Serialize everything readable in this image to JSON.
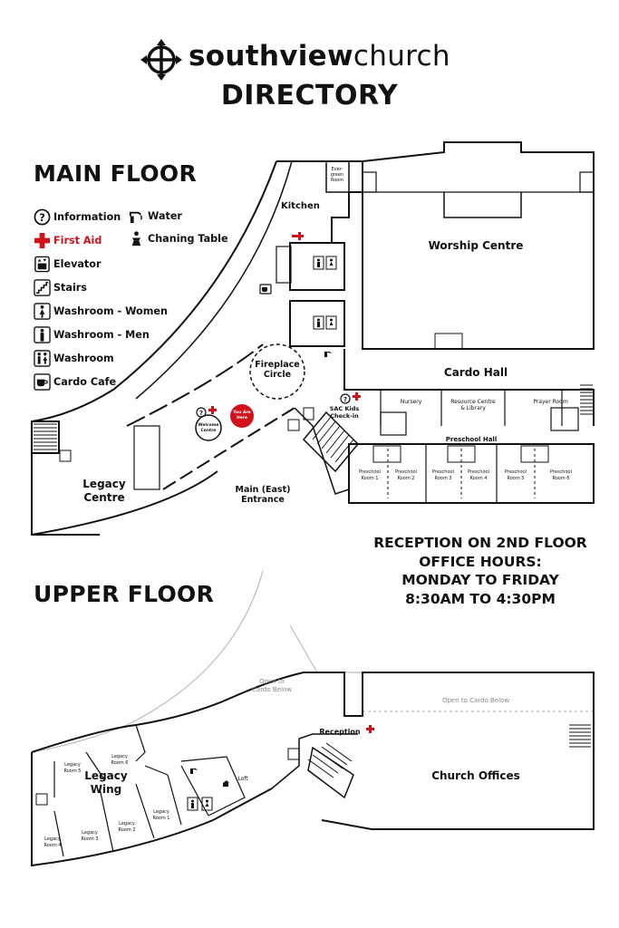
{
  "brand": {
    "name_bold": "southview",
    "name_light": "church",
    "title": "DIRECTORY"
  },
  "main_floor": {
    "title": "MAIN FLOOR",
    "legend": [
      {
        "icon": "information-icon",
        "label": "Information"
      },
      {
        "icon": "first-aid-icon",
        "label": "First Aid",
        "color": "#d0121b"
      },
      {
        "icon": "elevator-icon",
        "label": "Elevator"
      },
      {
        "icon": "stairs-icon",
        "label": "Stairs"
      },
      {
        "icon": "washroom-women-icon",
        "label": "Washroom - Women"
      },
      {
        "icon": "washroom-men-icon",
        "label": "Washroom - Men"
      },
      {
        "icon": "washroom-icon",
        "label": "Washroom"
      },
      {
        "icon": "cafe-icon",
        "label": "Cardo Cafe"
      },
      {
        "icon": "water-icon",
        "label": "Water"
      },
      {
        "icon": "changing-table-icon",
        "label": "Chaning Table"
      }
    ],
    "rooms": {
      "evergreen": "Ever-\ngreen\nRoom",
      "kitchen": "Kitchen",
      "worship": "Worship Centre",
      "fireplace": "Fireplace\nCircle",
      "cardo_hall": "Cardo Hall",
      "nursery": "Nursery",
      "resource": "Resource Centre\n& Library",
      "prayer": "Prayer Room",
      "sac": "SAC Kids\nCheck-in",
      "preschool_hall": "Preschool Hall",
      "preschool_rooms": [
        "Preschool\nRoom 1",
        "Preschool\nRoom 2",
        "Preschool\nRoom 3",
        "Preschool\nRoom 4",
        "Preschool\nRoom 5",
        "Preschool\nRoom 6"
      ],
      "welcome": "Welcome\nCentre",
      "you_are_here": "You Are\nHere",
      "entrance": "Main (East)\nEntrance",
      "legacy_centre": "Legacy\nCentre"
    }
  },
  "hours": {
    "lines": [
      "RECEPTION ON 2ND FLOOR",
      "OFFICE HOURS:",
      "MONDAY TO FRIDAY",
      "8:30AM TO 4:30PM"
    ]
  },
  "upper_floor": {
    "title": "UPPER FLOOR",
    "rooms": {
      "open_cardo_1": "Open to\nCardo Below",
      "open_cardo_2": "Open to Cardo Below",
      "reception": "Reception",
      "church_offices": "Church Offices",
      "loft": "Loft",
      "legacy_wing": "Legacy\nWing",
      "legacy_rooms": [
        "Legacy\nRoom 1",
        "Legacy\nRoom 2",
        "Legacy\nRoom 3",
        "Legacy\nRoom 4",
        "Legacy\nRoom 5",
        "Legacy\nRoom 6"
      ]
    }
  },
  "colors": {
    "accent_red": "#d0121b",
    "ink": "#111111",
    "muted": "#8a8a8a"
  }
}
